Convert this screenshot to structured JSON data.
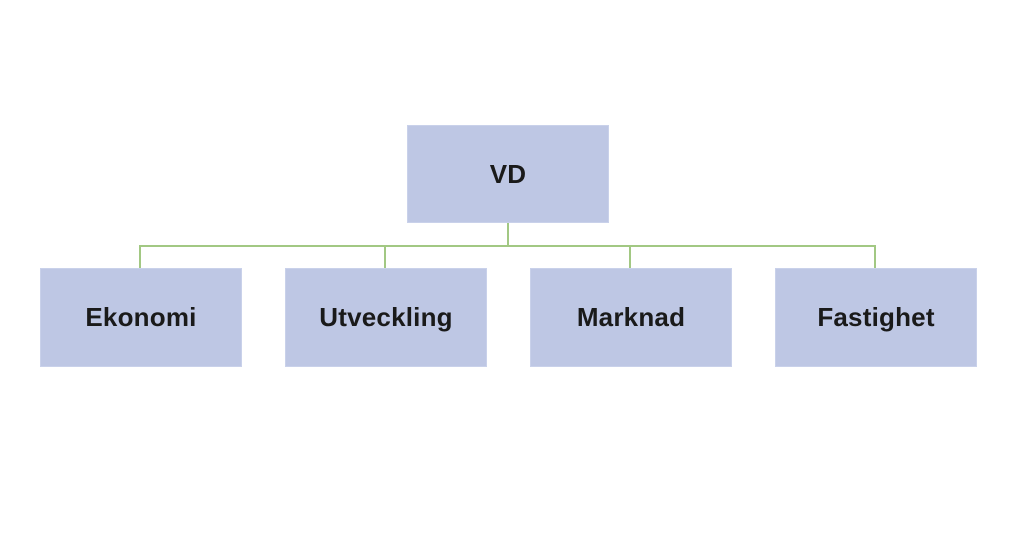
{
  "diagram": {
    "type": "org-chart",
    "root": {
      "label": "VD"
    },
    "children": [
      {
        "label": "Ekonomi"
      },
      {
        "label": "Utveckling"
      },
      {
        "label": "Marknad"
      },
      {
        "label": "Fastighet"
      }
    ]
  },
  "colors": {
    "box-fill": "#bec7e4",
    "box-border": "#c9d1ea",
    "connector": "#a2c883",
    "text": "#1a1a1a",
    "background": "#ffffff"
  }
}
